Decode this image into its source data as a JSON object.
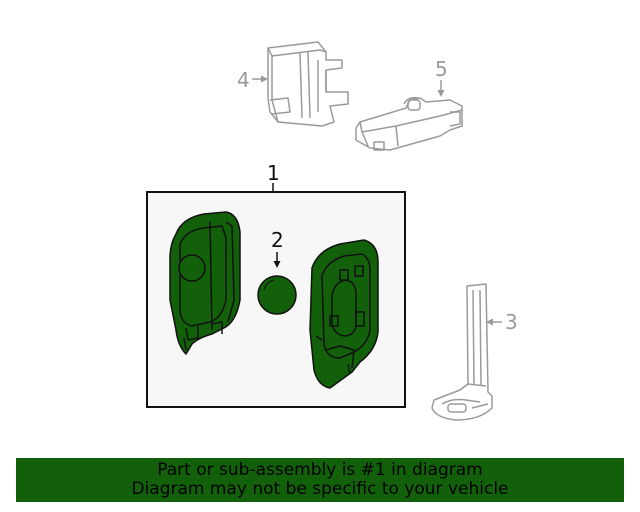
{
  "callouts": {
    "c1": "1",
    "c2": "2",
    "c3": "3",
    "c4": "4",
    "c5": "5"
  },
  "banner": {
    "line1": "Part or sub-assembly is #1 in diagram",
    "line2": "Diagram may not be specific to your vehicle"
  },
  "colors": {
    "highlight": "#13600a",
    "muted": "#9a9a9a",
    "frame_bg": "#f7f7f7"
  }
}
